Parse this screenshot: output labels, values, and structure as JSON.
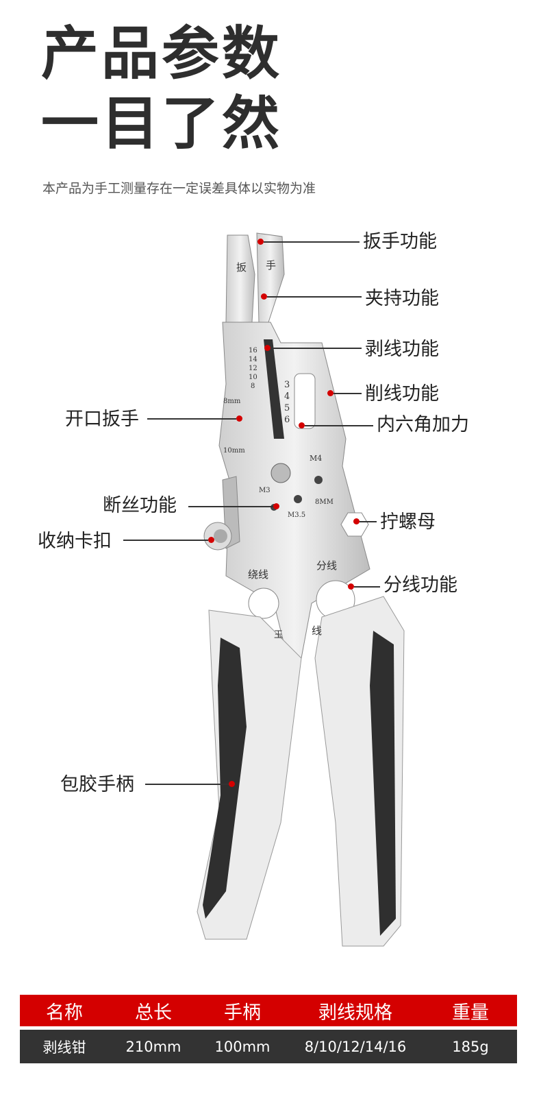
{
  "header": {
    "title_line1": "产品参数",
    "title_line2": "一目了然",
    "subtitle": "本产品为手工测量存在一定误差具体以实物为准"
  },
  "callouts": {
    "wrench": "扳手功能",
    "clamp": "夹持功能",
    "strip": "剥线功能",
    "shave": "削线功能",
    "hex": "内六角加力",
    "open_wrench": "开口扳手",
    "cut_wire": "断丝功能",
    "storage_clip": "收纳卡扣",
    "nut": "拧螺母",
    "split_wire": "分线功能",
    "grip": "包胶手柄"
  },
  "tool_markings": [
    "扳",
    "手",
    "16",
    "14",
    "12",
    "10",
    "8",
    "3",
    "4",
    "5",
    "6",
    "8mm",
    "10mm",
    "M4",
    "M3",
    "M3.5",
    "8MM",
    "绕线",
    "分线",
    "线",
    "玉"
  ],
  "spec_table": {
    "headers": [
      "名称",
      "总长",
      "手柄",
      "剥线规格",
      "重量"
    ],
    "row": [
      "剥线钳",
      "210mm",
      "100mm",
      "8/10/12/14/16",
      "185g"
    ]
  },
  "colors": {
    "accent": "#d40000",
    "dark": "#333333"
  }
}
